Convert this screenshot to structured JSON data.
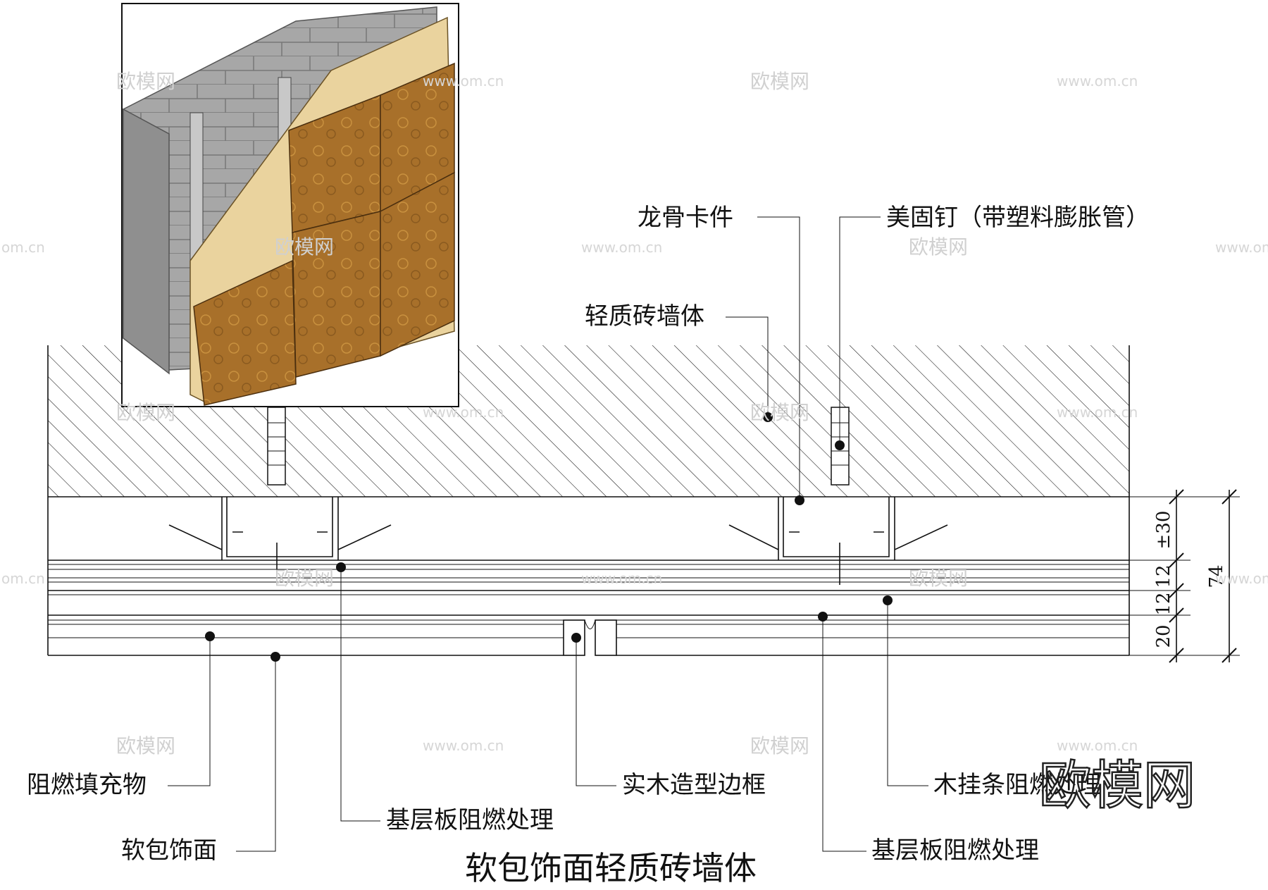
{
  "title": "软包饰面轻质砖墙体",
  "labels": {
    "keel_clip": "龙骨卡件",
    "anchor_screw": "美固钉（带塑料膨胀管）",
    "brick_wall": "轻质砖墙体",
    "filler": "阻燃填充物",
    "base_board_left": "基层板阻燃处理",
    "soft_surface": "软包饰面",
    "wood_frame": "实木造型边框",
    "wood_strip": "木挂条阻燃处理",
    "base_board_right": "基层板阻燃处理"
  },
  "dimensions": {
    "keel": "±30",
    "board1": "12",
    "board2": "12",
    "soft": "20",
    "total": "74"
  },
  "watermarks": {
    "brand": "欧模网",
    "url": "www.om.cn",
    "url_partial": "om.cn",
    "logo": "欧模网"
  },
  "colors": {
    "line": "#111111",
    "brick": "#a9a9a9",
    "plywood": "#e8cc92",
    "leather": "#a8702a"
  }
}
